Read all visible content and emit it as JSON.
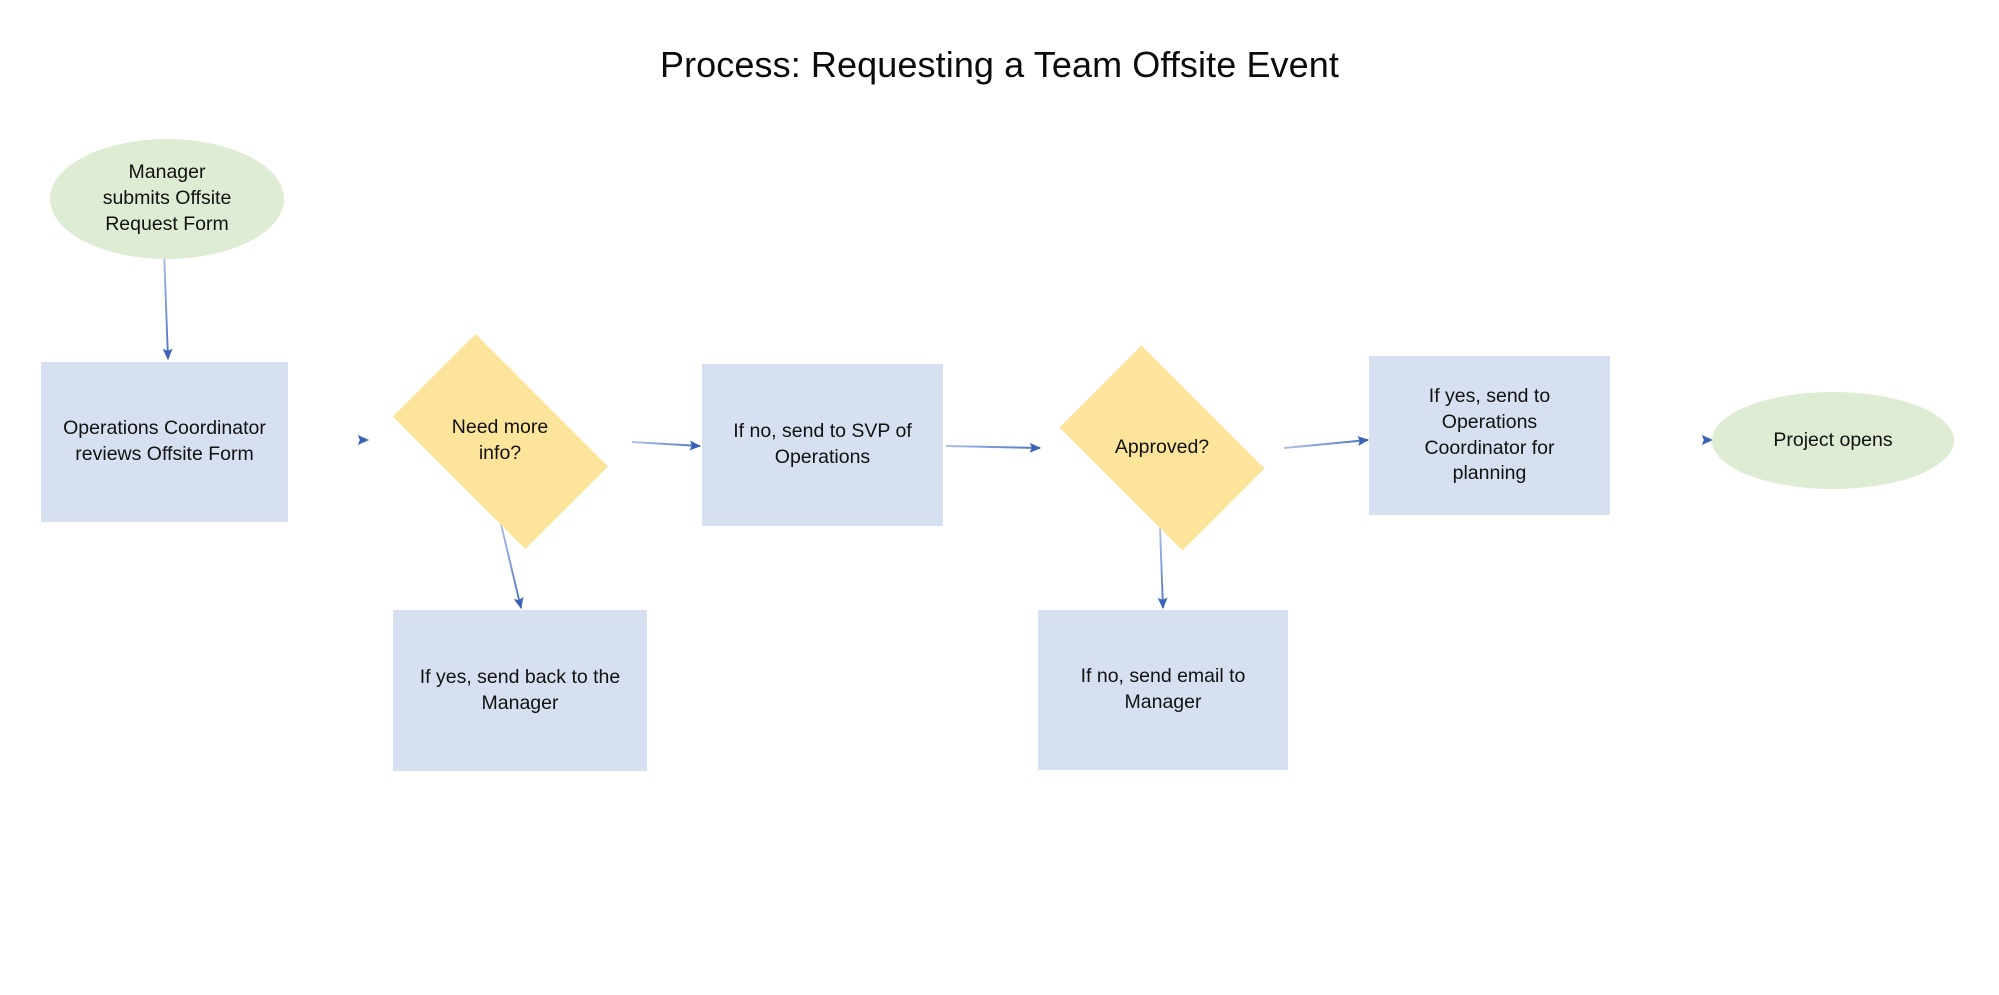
{
  "diagram": {
    "title": "Process: Requesting a Team Offsite Event",
    "colors": {
      "start_end_fill": "#deecd4",
      "process_fill": "#d7e0f0",
      "decision_fill": "#fce49b",
      "connector": "#4a72c4",
      "text": "#111111",
      "background": "#ffffff"
    },
    "nodes": [
      {
        "id": "start",
        "shape": "ellipse",
        "label": "Manager\nsubmits Offsite\nRequest Form"
      },
      {
        "id": "review",
        "shape": "rectangle",
        "label": "Operations Coordinator\nreviews Offsite Form"
      },
      {
        "id": "need-more-info",
        "shape": "diamond",
        "label": "Need more\ninfo?"
      },
      {
        "id": "send-back-manager",
        "shape": "rectangle",
        "label": "If yes, send back to the\nManager"
      },
      {
        "id": "send-svp",
        "shape": "rectangle",
        "label": "If no, send to SVP of\nOperations"
      },
      {
        "id": "approved",
        "shape": "diamond",
        "label": "Approved?"
      },
      {
        "id": "email-manager",
        "shape": "rectangle",
        "label": "If no, send email to\nManager"
      },
      {
        "id": "send-coordinator",
        "shape": "rectangle",
        "label": "If yes, send to\nOperations\nCoordinator for\nplanning"
      },
      {
        "id": "project-opens",
        "shape": "ellipse",
        "label": "Project opens"
      }
    ],
    "edges": [
      {
        "from": "start",
        "to": "review",
        "label": ""
      },
      {
        "from": "review",
        "to": "need-more-info",
        "label": ""
      },
      {
        "from": "need-more-info",
        "to": "send-back-manager",
        "label": ""
      },
      {
        "from": "need-more-info",
        "to": "send-svp",
        "label": ""
      },
      {
        "from": "send-svp",
        "to": "approved",
        "label": ""
      },
      {
        "from": "approved",
        "to": "email-manager",
        "label": ""
      },
      {
        "from": "approved",
        "to": "send-coordinator",
        "label": ""
      },
      {
        "from": "send-coordinator",
        "to": "project-opens",
        "label": ""
      }
    ]
  }
}
